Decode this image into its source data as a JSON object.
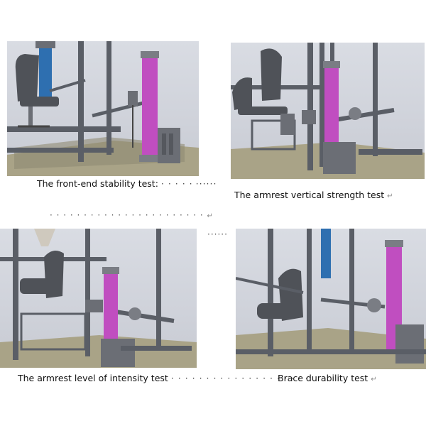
{
  "captions": {
    "front_end": "The front-end stability test:",
    "armrest_vertical": "The armrest vertical strength test",
    "armrest_intensity": "The armrest level of intensity test",
    "brace": "Brace durability test"
  },
  "marks": {
    "return_symbol": "↵",
    "dot_leader_short": "· · · · ·",
    "dot_leader_long": "· · · · · · · · · · · · · · · · · · · · · · ·",
    "dot_leader_mid": "· · · · · · · · · · · · · · · · · · · ·",
    "dot_leader_tiny": "······"
  },
  "colors": {
    "frame": "#5a5e66",
    "magenta_column": "#c04ec0",
    "blue_column": "#2e6fb0",
    "cabinet": "#6b6e75",
    "chair": "#4f5258",
    "floor": "#9a8f6e"
  }
}
